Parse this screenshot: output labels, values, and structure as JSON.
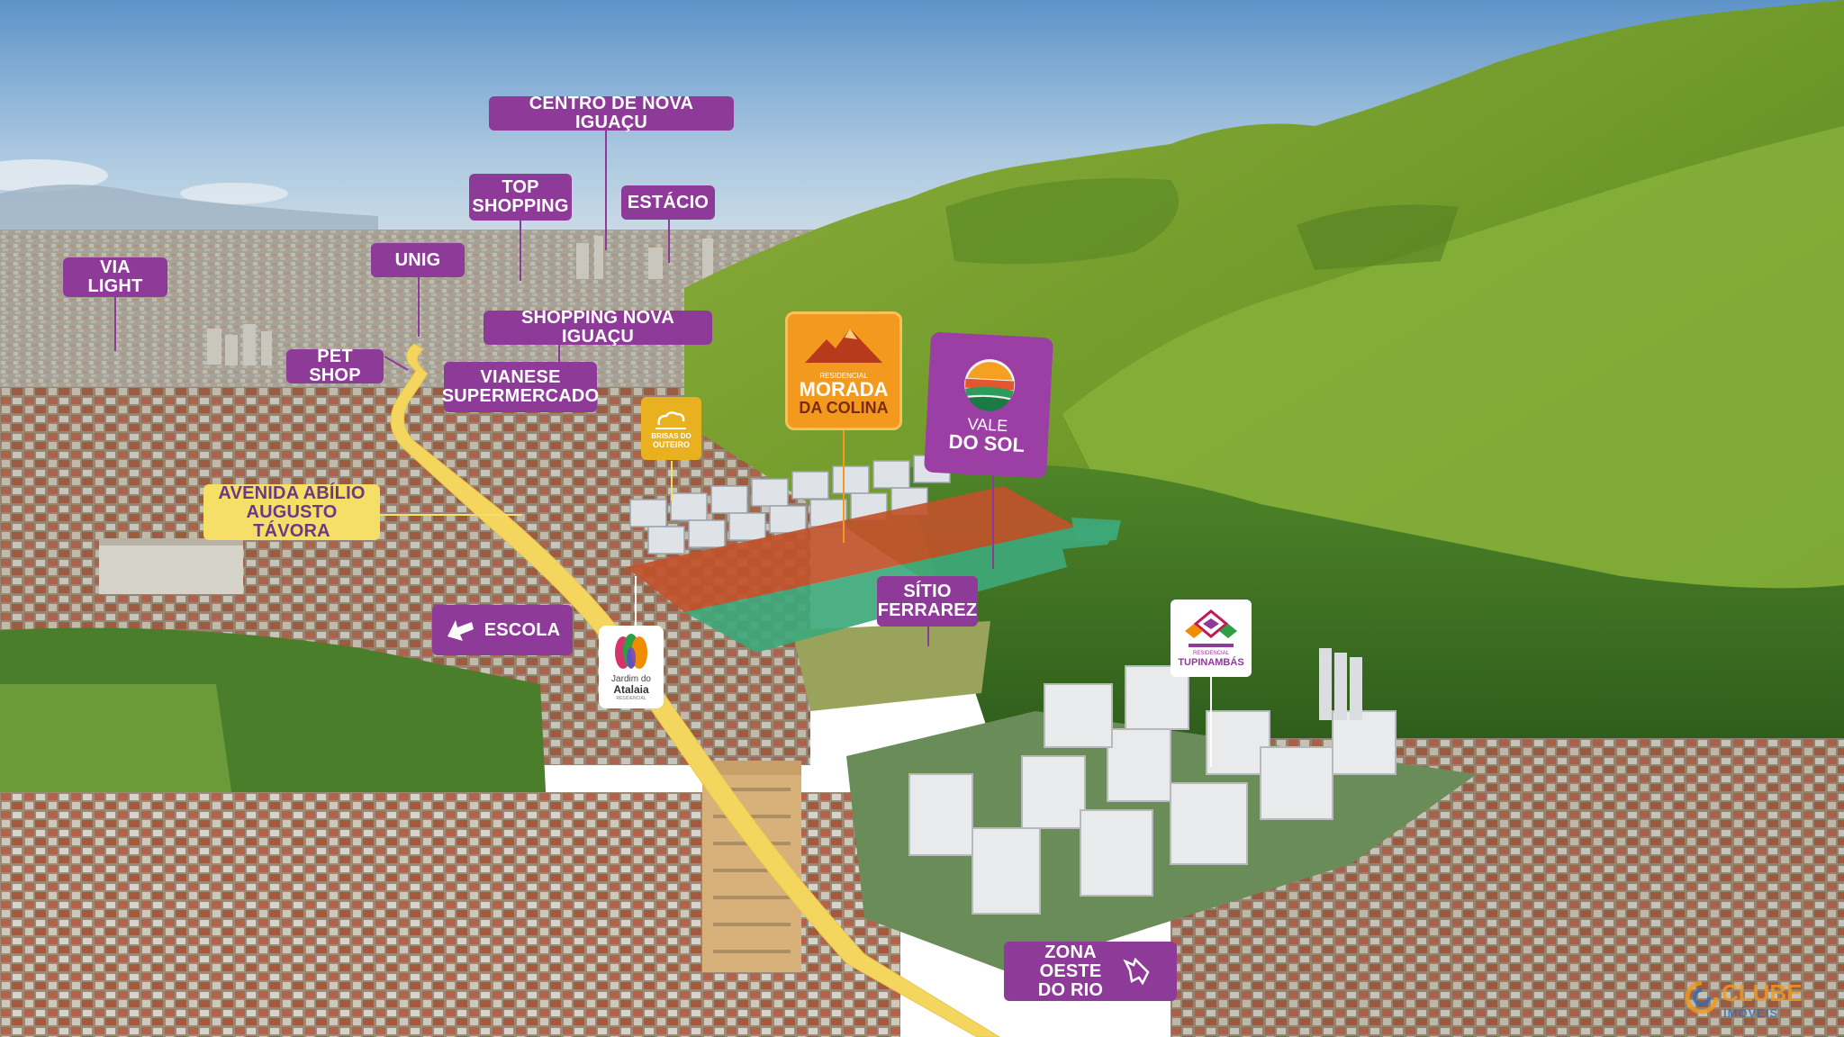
{
  "labels": {
    "centro": "CENTRO DE NOVA IGUAÇU",
    "top_shopping": "TOP SHOPPING",
    "estacio": "ESTÁCIO",
    "unig": "UNIG",
    "via_light": "VIA LIGHT",
    "shopping_nova_iguacu": "SHOPPING NOVA IGUAÇU",
    "pet_shop": "PET SHOP",
    "vianese": "VIANESE SUPERMERCADO",
    "avenida": "AVENIDA ABÍLIO AUGUSTO TÁVORA",
    "escola": "ESCOLA",
    "sitio": "SÍTIO FERRAREZ",
    "zona_oeste": "ZONA OESTE DO RIO"
  },
  "logos": {
    "morada_small": "RESIDENCIAL",
    "morada_1": "MORADA",
    "morada_2": "DA COLINA",
    "vale_1": "VALE",
    "vale_2": "DO SOL",
    "brisas_1": "BRISAS DO",
    "brisas_2": "OUTEIRO",
    "jardim_1": "Jardim do",
    "jardim_2": "Atalaia",
    "jardim_3": "RESIDENCIAL",
    "tupi_small": "RESIDENCIAL",
    "tupi_name": "TUPINAMBÁS"
  },
  "watermark": {
    "main": "CLUBE",
    "sub": "IMÓVEIS"
  },
  "colors": {
    "label_purple": "#8e3a98",
    "label_yellow": "#f6df67",
    "road_yellow": "#f4d65e",
    "plot_orange": "#c0522b",
    "plot_green": "#3ea87a",
    "morada_orange": "#f39a1e",
    "vale_purple": "#9b3fa4"
  },
  "icons": {
    "escola_arrow": "arrow-up-left-icon",
    "zona_arrow": "arrow-down-right-icon"
  }
}
